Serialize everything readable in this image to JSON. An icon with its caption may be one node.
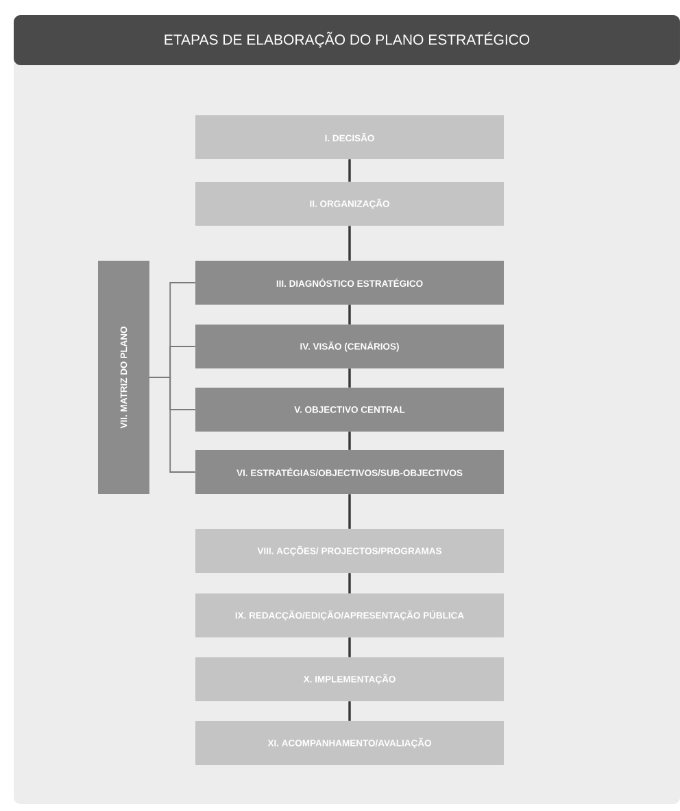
{
  "diagram": {
    "title": "ETAPAS DE ELABORAÇÃO DO PLANO ESTRATÉGICO",
    "nodes": [
      {
        "text": [
          "I. DECISÃO"
        ]
      },
      {
        "text": [
          "II. ORGANIZAÇÃO"
        ]
      },
      {
        "text": [
          "III. DIAGNÓSTICO ESTRATÉGICO"
        ]
      },
      {
        "text": [
          "IV. VISÃO (CENÁRIOS)"
        ]
      },
      {
        "text": [
          "V. OBJECTIVO CENTRAL"
        ]
      },
      {
        "text": [
          "VI. ESTRATÉGIAS/OBJECTIVOS/SUB-OBJECTIVOS"
        ]
      },
      {
        "text": [
          "VII. MATRIZ DO PLANO"
        ]
      },
      {
        "text": [
          "VIII. ACÇÕES/ PROJECTOS/PROGRAMAS"
        ]
      },
      {
        "text": [
          "IX. REDACÇÃO/EDIÇÃO/APRESENTAÇÃO PÚBLICA"
        ]
      },
      {
        "text": [
          "X. IMPLEMENTAÇÃO"
        ]
      },
      {
        "text": [
          "XI. ACOMPANHAMENTO/AVALIAÇÃO"
        ]
      }
    ],
    "edges": [
      {
        "from": 0,
        "to": 1,
        "arrow": "none"
      },
      {
        "from": 1,
        "to": 2,
        "arrow": "none"
      },
      {
        "from": 2,
        "to": 3,
        "arrow": "none"
      },
      {
        "from": 3,
        "to": 4,
        "arrow": "none"
      },
      {
        "from": 4,
        "to": 5,
        "arrow": "none"
      },
      {
        "from": 5,
        "to": 7,
        "arrow": "none"
      },
      {
        "from": 7,
        "to": 8,
        "arrow": "none"
      },
      {
        "from": 8,
        "to": 9,
        "arrow": "none"
      },
      {
        "from": 9,
        "to": 10,
        "arrow": "none"
      },
      {
        "from": 6,
        "to": 2,
        "arrow": "none",
        "color": "#7a7a7a"
      },
      {
        "from": 6,
        "to": 3,
        "arrow": "none",
        "color": "#7a7a7a"
      },
      {
        "from": 6,
        "to": 4,
        "arrow": "none",
        "color": "#7a7a7a"
      },
      {
        "from": 6,
        "to": 5,
        "arrow": "none",
        "color": "#7a7a7a"
      }
    ]
  }
}
